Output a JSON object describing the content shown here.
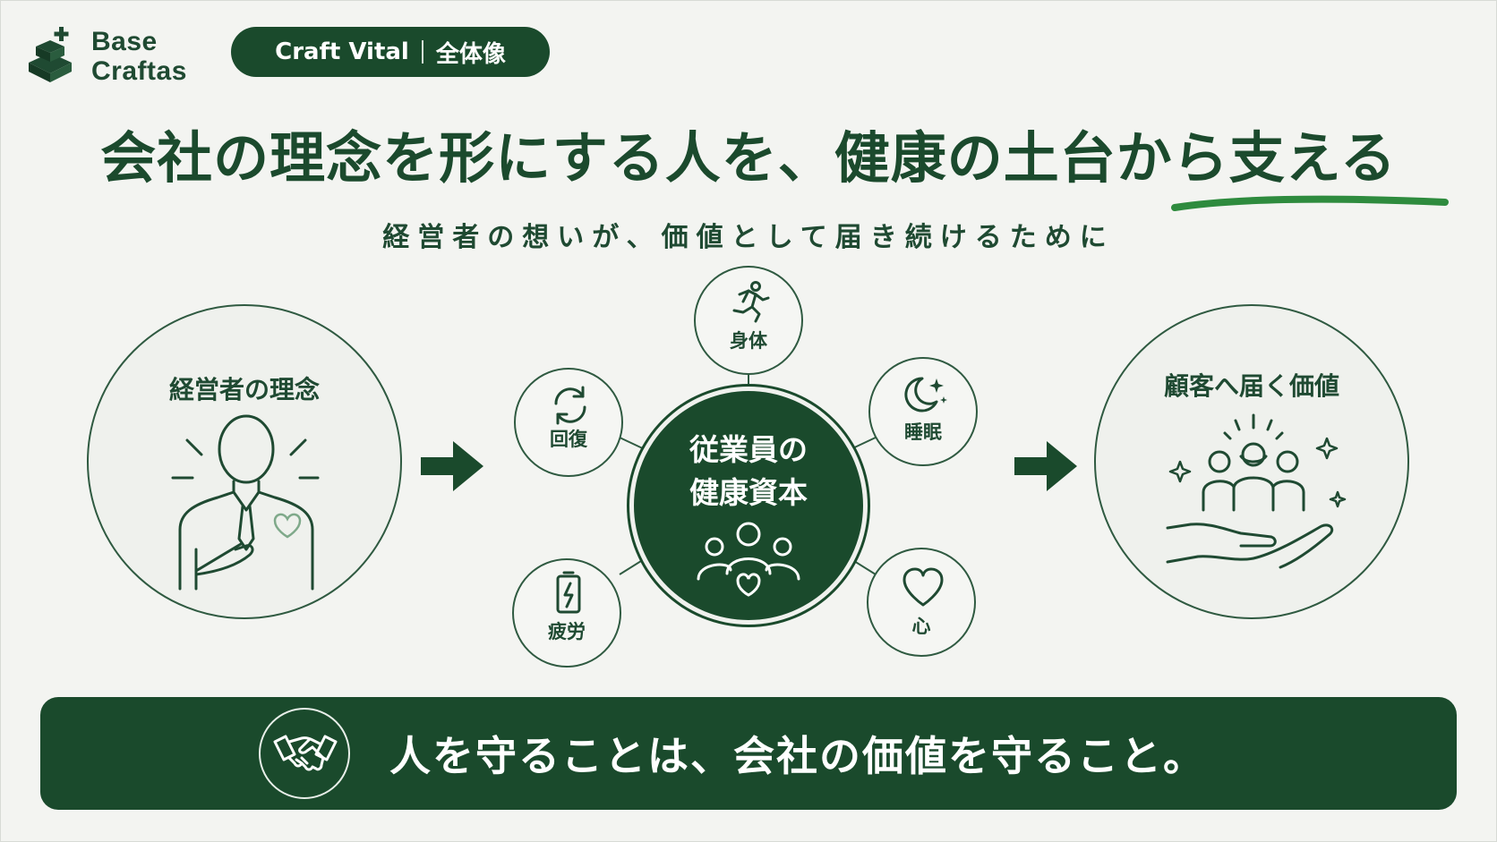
{
  "brand": {
    "line1": "Base",
    "line2": "Craftas"
  },
  "tag": {
    "product": "Craft Vital",
    "section": "全体像"
  },
  "headline": "会社の理念を形にする人を、健康の土台から支える",
  "subline": "経営者の想いが、価値として届き続けるために",
  "left_circle": {
    "label": "経営者の理念"
  },
  "right_circle": {
    "label": "顧客へ届く価値"
  },
  "hub": {
    "line1": "従業員の",
    "line2": "健康資本"
  },
  "satellites": [
    {
      "label": "身体",
      "icon": "running-person-icon"
    },
    {
      "label": "回復",
      "icon": "refresh-icon"
    },
    {
      "label": "睡眠",
      "icon": "moon-icon"
    },
    {
      "label": "疲労",
      "icon": "battery-icon"
    },
    {
      "label": "心",
      "icon": "heart-icon"
    }
  ],
  "banner": {
    "text": "人を守ることは、会社の価値を守ること。",
    "icon": "handshake-icon"
  },
  "colors": {
    "primary": "#1a4a2c",
    "background": "#f3f4f1",
    "accent_underline": "#2e8b3e"
  }
}
